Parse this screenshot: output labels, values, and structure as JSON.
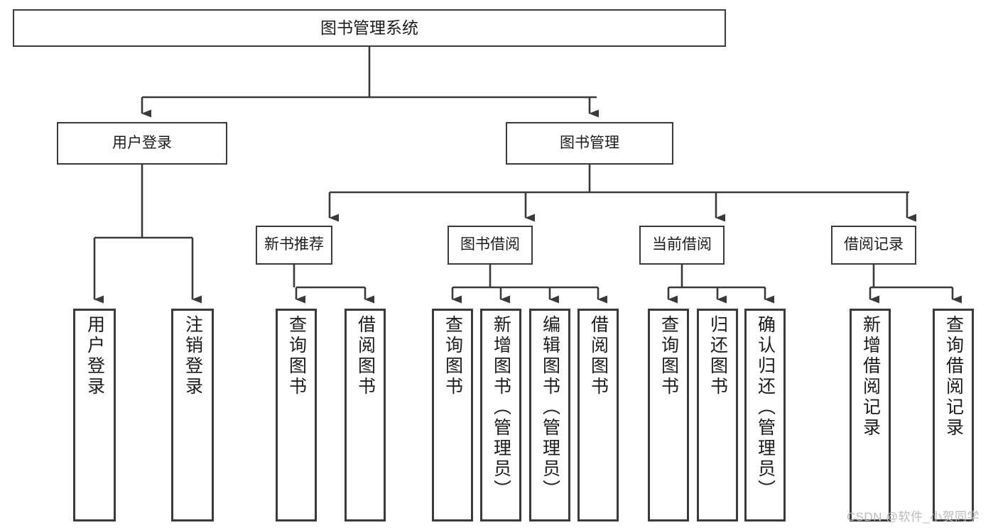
{
  "diagram": {
    "title": "图书管理系统",
    "type": "hierarchy-tree",
    "watermark": "CSDN @软件_小贺同学",
    "colors": {
      "stroke": "#3a3a3a",
      "fill": "#ffffff",
      "text": "#1b1b1b",
      "watermark": "#b9b9b9"
    },
    "root": {
      "label": "图书管理系统"
    },
    "level1": [
      {
        "label": "用户登录"
      },
      {
        "label": "图书管理"
      }
    ],
    "level2": [
      {
        "label": "新书推荐"
      },
      {
        "label": "图书借阅"
      },
      {
        "label": "当前借阅"
      },
      {
        "label": "借阅记录"
      }
    ],
    "leaves": [
      {
        "label": "用户登录",
        "parent": "用户登录"
      },
      {
        "label": "注销登录",
        "parent": "用户登录"
      },
      {
        "label": "查询图书",
        "parent": "新书推荐"
      },
      {
        "label": "借阅图书",
        "parent": "新书推荐"
      },
      {
        "label": "查询图书",
        "parent": "图书借阅"
      },
      {
        "label": "新增图书（管理员）",
        "parent": "图书借阅"
      },
      {
        "label": "编辑图书（管理员）",
        "parent": "图书借阅"
      },
      {
        "label": "借阅图书",
        "parent": "图书借阅"
      },
      {
        "label": "查询图书",
        "parent": "当前借阅"
      },
      {
        "label": "归还图书",
        "parent": "当前借阅"
      },
      {
        "label": "确认归还（管理员）",
        "parent": "当前借阅"
      },
      {
        "label": "新增借阅记录",
        "parent": "借阅记录"
      },
      {
        "label": "查询借阅记录",
        "parent": "借阅记录"
      }
    ]
  }
}
